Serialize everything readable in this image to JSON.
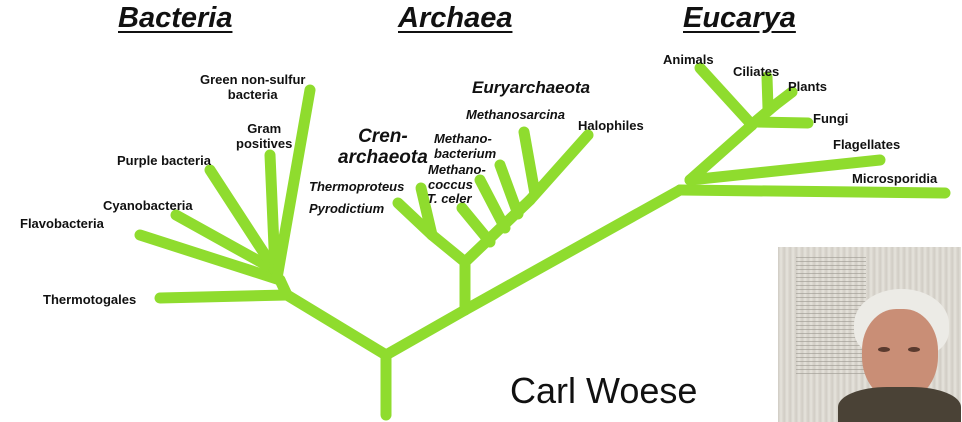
{
  "domains": {
    "bacteria": "Bacteria",
    "archaea": "Archaea",
    "eucarya": "Eucarya"
  },
  "bacteria_leaves": {
    "green_non_sulfur": "Green non-sulfur\nbacteria",
    "gram_positives": "Gram\npositives",
    "purple_bacteria": "Purple bacteria",
    "cyanobacteria": "Cyanobacteria",
    "flavobacteria": "Flavobacteria",
    "thermotogales": "Thermotogales"
  },
  "archaea_groups": {
    "crenarchaeota": "Cren-\narchaeota",
    "euryarchaeota": "Euryarchaeota"
  },
  "archaea_leaves": {
    "thermoproteus": "Thermoproteus",
    "pyrodictium": "Pyrodictium",
    "methanosarcina": "Methanosarcina",
    "methanobacterium": "Methano-\nbacterium",
    "methanococcus": "Methano-\ncoccus",
    "t_celer": "T. celer",
    "halophiles": "Halophiles"
  },
  "eucarya_leaves": {
    "animals": "Animals",
    "ciliates": "Ciliates",
    "plants": "Plants",
    "fungi": "Fungi",
    "flagellates": "Flagellates",
    "microsporidia": "Microsporidia"
  },
  "caption": "Carl Woese",
  "colors": {
    "branch": "#8fdc2e"
  }
}
